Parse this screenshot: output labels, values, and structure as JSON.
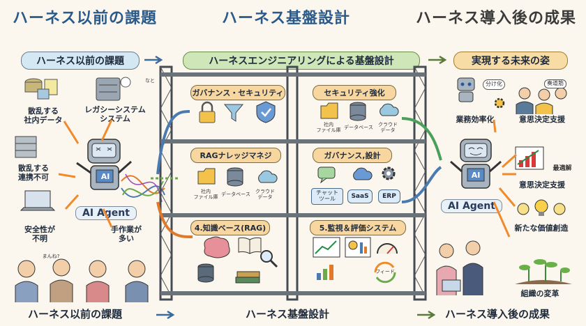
{
  "header": {
    "left_title": "ハーネス以前の課題",
    "center_title": "ハーネス基盤設計",
    "right_title": "ハーネス導入後の成果"
  },
  "banners": {
    "left": "ハーネス以前の課題",
    "center": "ハーネスエンジニアリングによる基盤設計",
    "right": "実現する未来の姿"
  },
  "before": {
    "scattered_data": "散乱する\n社内データ",
    "legacy": "レガシーシステム\nシステム",
    "scattered_link": "散乱する\n連携不可",
    "agent_screen": "AI",
    "agent_label": "AI Agent",
    "security": "安全性が\n不明",
    "manual": "手作業が\n多い",
    "bubble_nado": "なと",
    "bubble_q": "まんね?"
  },
  "center": {
    "gov_sec": "ガバナンス・セキュリティ",
    "sec_strong": "セキュリティ強化",
    "rag": "RAGナレッジマネジ",
    "gov_design": "ガバナンス,設計",
    "knowledge": "4.知識ベース(RAG)",
    "monitor": "5.監視＆評価システム",
    "file_server": "社内\nファイル庫",
    "database": "データベース",
    "cloud": "クラウド\nデータ",
    "chat": "チャット\nツール",
    "saas": "SaaS",
    "erp": "ERP",
    "feed": "フィード"
  },
  "after": {
    "robot_bubble": "分け化",
    "efficiency": "業務効率化",
    "decision1": "意思決定支援",
    "people_bubble": "奏道筋",
    "agent_screen": "AI",
    "agent_label": "AI Agent",
    "optimal": "最適解",
    "decision2": "意思決定支援",
    "new_value": "新たな価値創造",
    "org_change": "組織の変革"
  },
  "footer": {
    "left": "ハーネス以前の課題",
    "center": "ハーネス基盤設計",
    "right": "ハーネス導入後の成果"
  },
  "colors": {
    "blue_banner": "#d4e8f4",
    "green_banner": "#cfe6b8",
    "orange_banner": "#f8dca6",
    "scaffold": "#444b52",
    "accent_orange": "#f08a2a"
  }
}
